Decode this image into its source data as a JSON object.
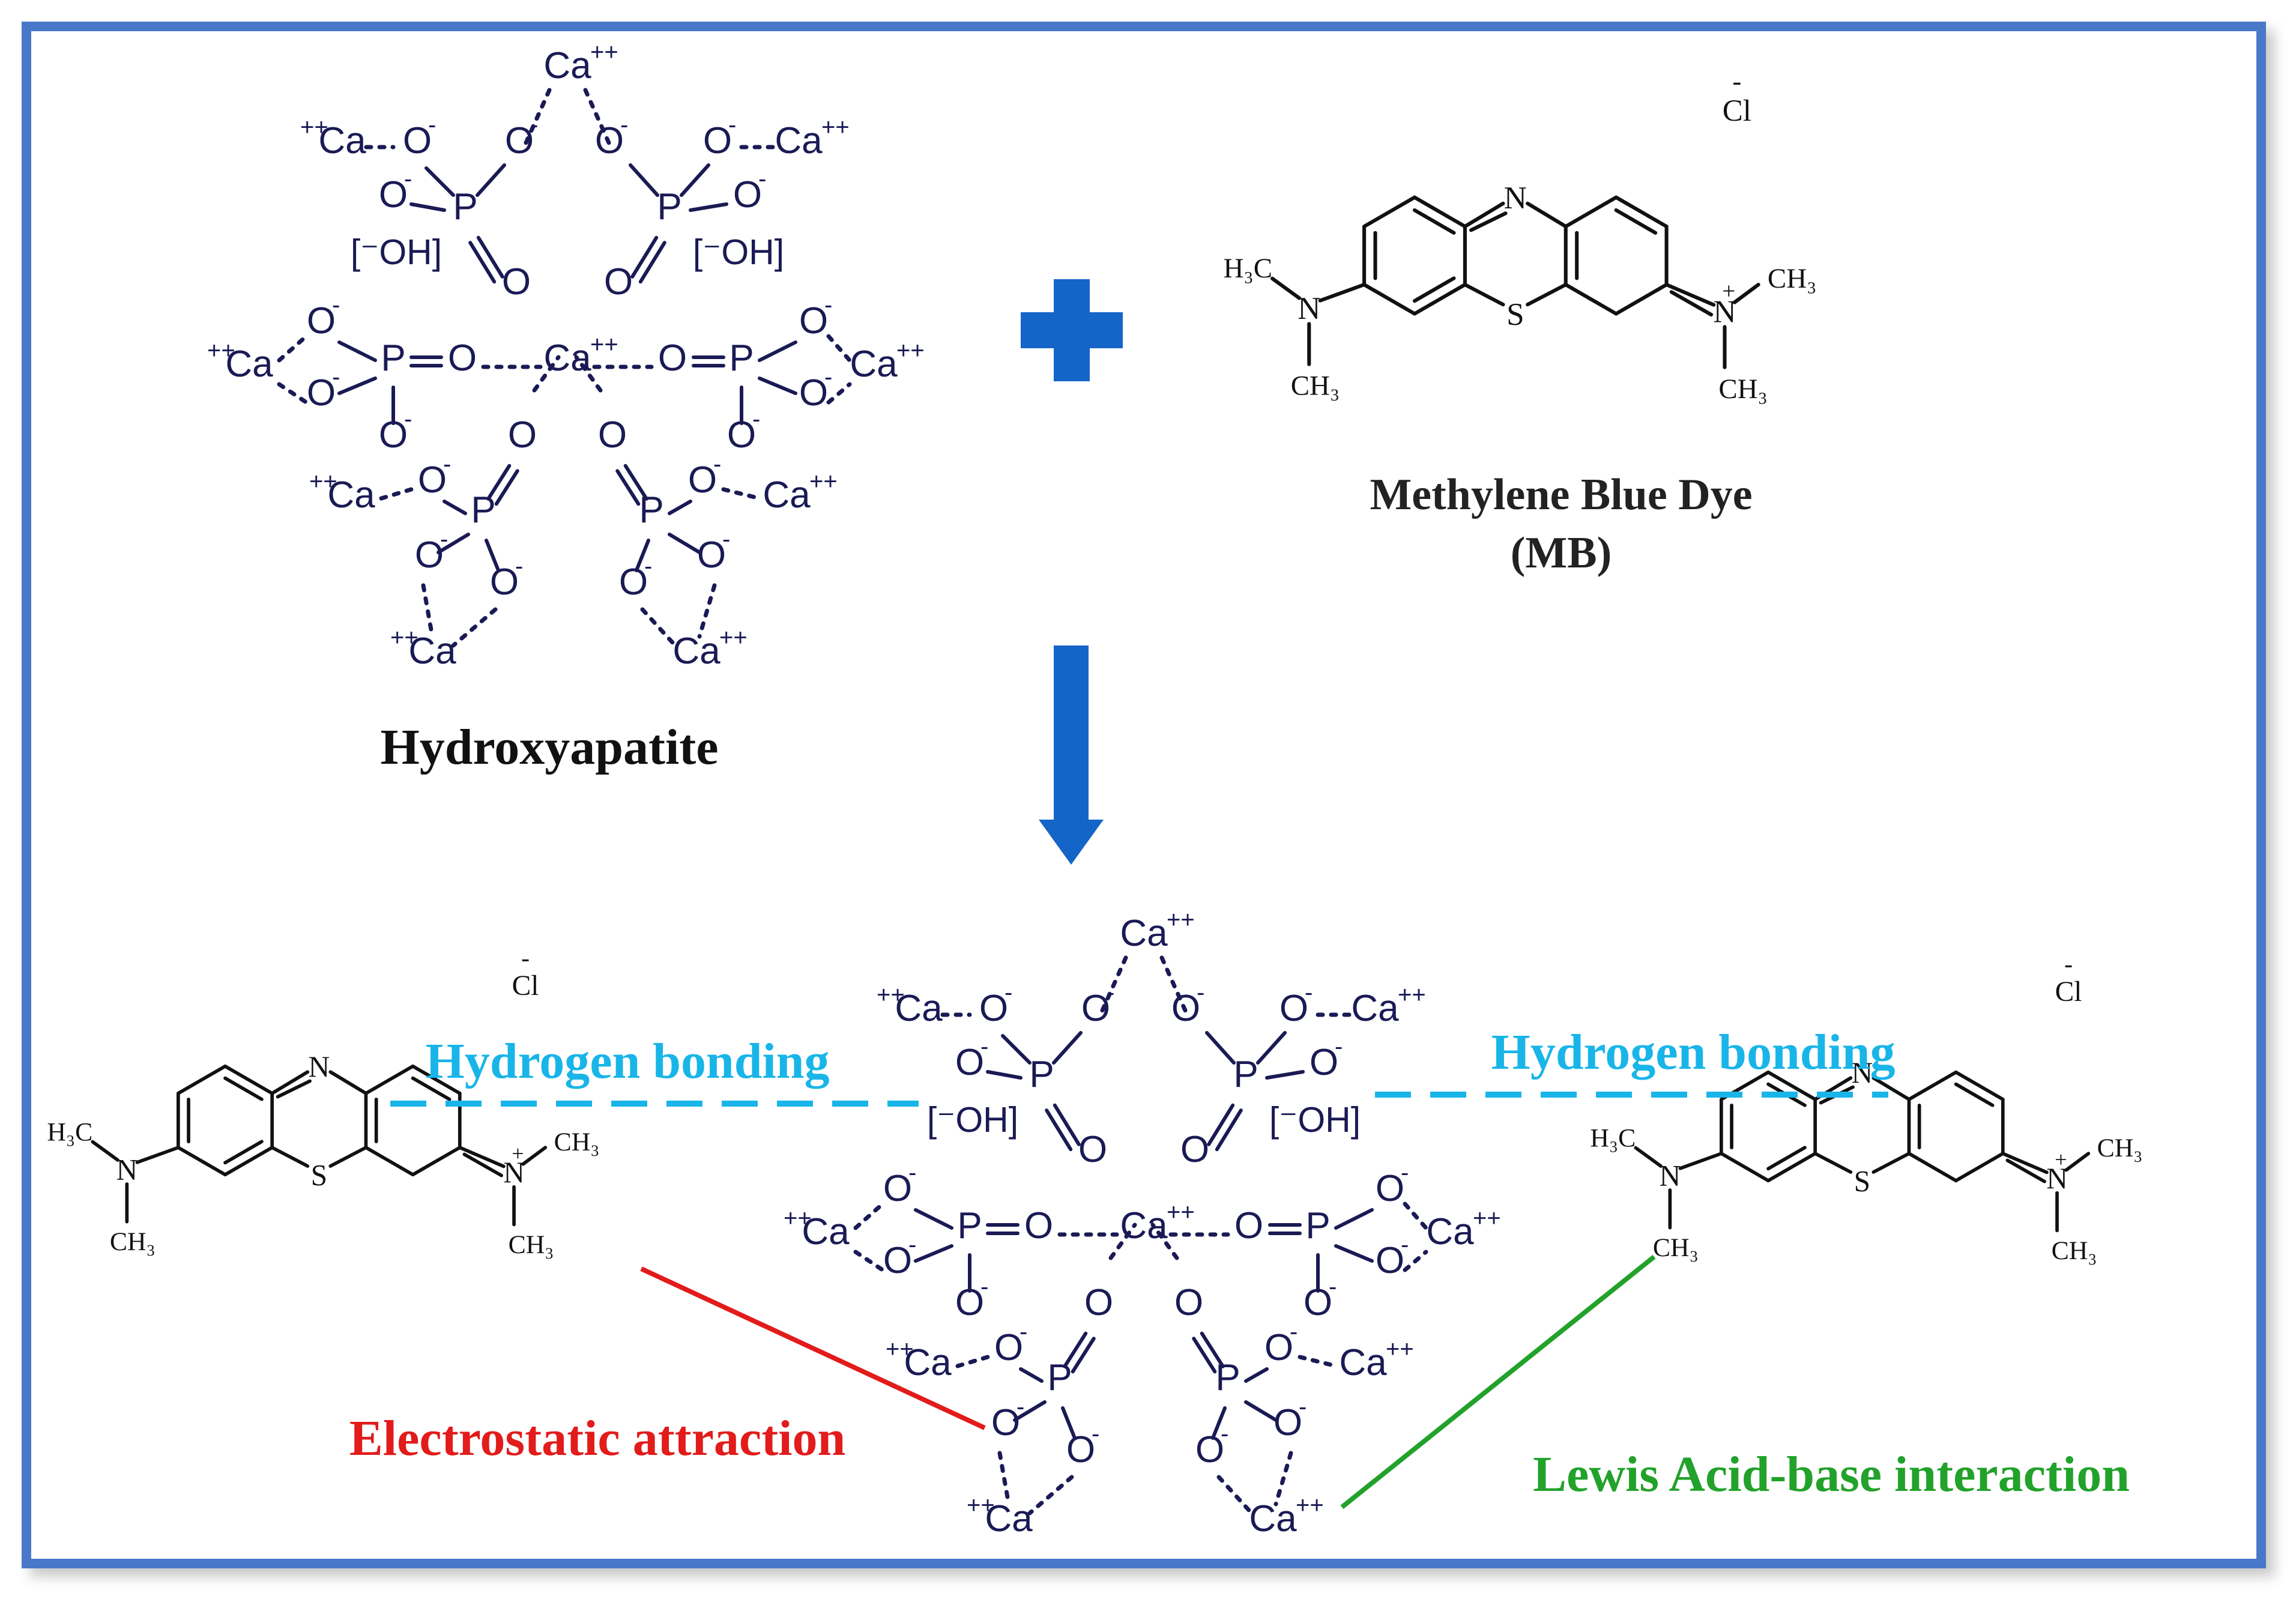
{
  "colors": {
    "frame": "#4a78c9",
    "arrow": "#1565c8",
    "hbond": "#19b5e8",
    "electrostatic": "#e21b1b",
    "lewis": "#22a22a",
    "chem": "#1a1a55"
  },
  "top": {
    "hydroxyapatite_label": "Hydroxyapatite",
    "mb_name": "Methylene Blue Dye",
    "mb_abbr": "(MB)"
  },
  "bottom": {
    "hbond_left": "Hydrogen bonding",
    "hbond_right": "Hydrogen bonding",
    "electrostatic": "Electrostatic attraction",
    "lewis": "Lewis Acid-base interaction"
  },
  "hap_labels": {
    "ca": "Ca",
    "ca_top": "Ca",
    "pp": "++",
    "p": "P",
    "o": "O",
    "minus": "-",
    "oh": "[⁻OH]"
  },
  "mb_labels": {
    "n": "N",
    "s": "S",
    "cl": "Cl",
    "minus": "-",
    "plus": "+",
    "h3c": "H₃C",
    "ch3": "CH₃"
  },
  "icons": [
    "plus-icon",
    "down-arrow-icon"
  ]
}
